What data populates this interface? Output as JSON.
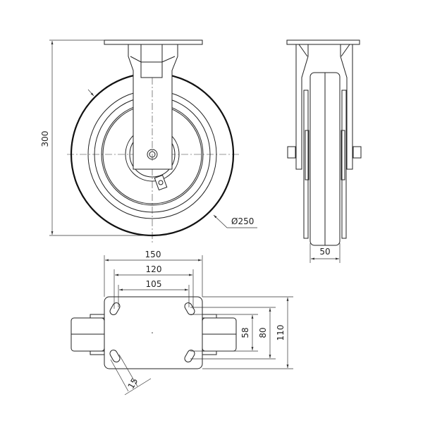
{
  "drawing": {
    "front_view": {
      "height_dim": "300",
      "diameter_dim": "Ø250"
    },
    "side_view": {
      "width_dim": "50"
    },
    "top_view": {
      "plate_width_dim": "150",
      "hole_spacing_outer_dim": "120",
      "hole_spacing_inner_dim": "105",
      "slot_width_dim": "15",
      "hole_spacing_small_dim": "58",
      "hole_spacing_large_dim": "80",
      "plate_length_dim": "110"
    },
    "line_color": "#222222"
  }
}
